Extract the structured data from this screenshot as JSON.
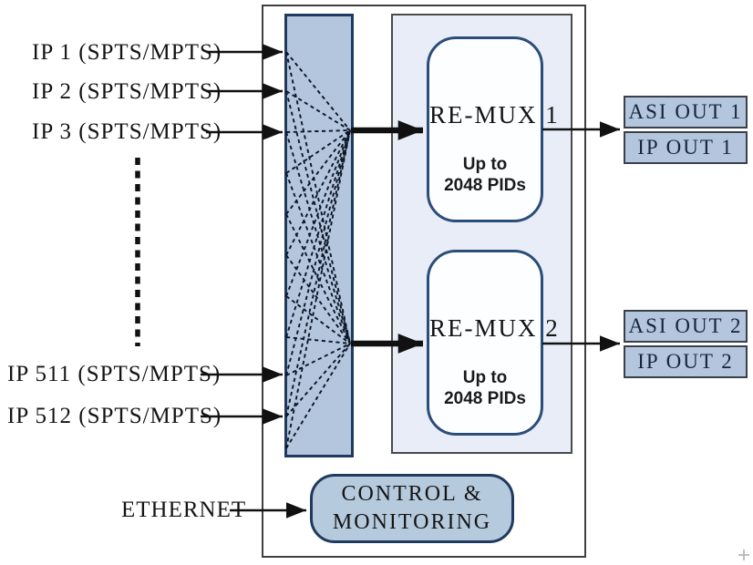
{
  "diagram": {
    "inputs": [
      {
        "label": "IP 1 (SPTS/MPTS)"
      },
      {
        "label": "IP 2 (SPTS/MPTS)"
      },
      {
        "label": "IP 3 (SPTS/MPTS)"
      },
      {
        "label": "IP 511 (SPTS/MPTS)"
      },
      {
        "label": "IP 512 (SPTS/MPTS)"
      }
    ],
    "ethernet_label": "ETHERNET",
    "muxes": [
      {
        "title": "RE-MUX 1",
        "capacity_line1": "Up to",
        "capacity_line2": "2048 PIDs"
      },
      {
        "title": "RE-MUX 2",
        "capacity_line1": "Up to",
        "capacity_line2": "2048 PIDs"
      }
    ],
    "outputs": [
      {
        "label": "ASI OUT 1"
      },
      {
        "label": "IP OUT 1"
      },
      {
        "label": "ASI OUT 2"
      },
      {
        "label": "IP OUT 2"
      }
    ],
    "control": {
      "line1": "CONTROL &",
      "line2": "MONITORING"
    },
    "colors": {
      "switch_fill": "#b3c6de",
      "switch_border": "#1f3a5f",
      "panel_fill": "#e9edf8",
      "mux_border": "#2b4d79",
      "output_fill": "#b3c6de",
      "outer_border": "#3f3f3f",
      "line_color": "#111111"
    }
  }
}
